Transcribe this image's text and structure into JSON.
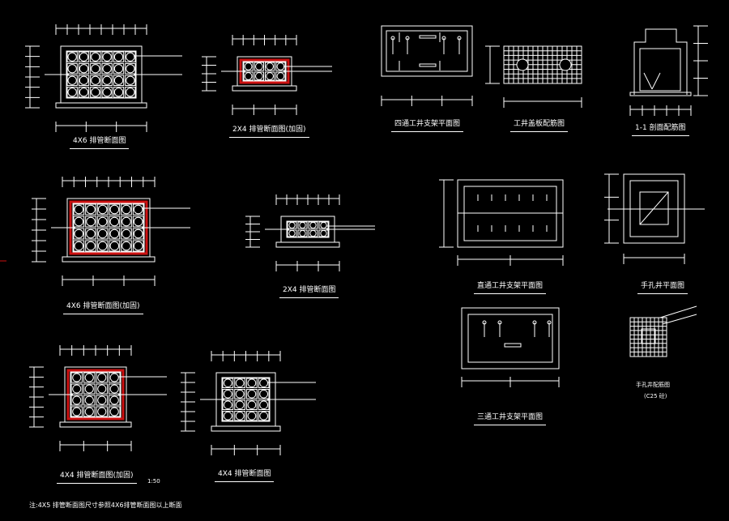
{
  "drawing": {
    "background": "#000000",
    "line_color": "#ffffff",
    "reinforced_color": "#cc1111",
    "titles": {
      "duct_4x6": "4X6 排管断面图",
      "duct_2x4_reinforced": "2X4 排管断面图(加固)",
      "four_way_well_plan": "四通工井支架平面图",
      "well_cover_rebar": "工井盖板配筋图",
      "section_1_1": "1-1 剖面配筋图",
      "duct_4x6_reinforced": "4X6 排管断面图(加固)",
      "duct_2x4": "2X4 排管断面图",
      "straight_well_plan": "直通工井支架平面图",
      "handhole_plan": "手孔井平面图",
      "three_way_well_plan": "三通工井支架平面图",
      "handhole_rebar": "手孔井配筋图",
      "handhole_rebar_sub": "(C25 砼)",
      "duct_4x4_reinforced": "4X4 排管断面图(加固)",
      "duct_4x4": "4X4 排管断面图",
      "scale_mark": "1:50"
    },
    "note": "注:4X5 排管断面图尺寸参照4X6排管断面图以上断面",
    "duct_banks": [
      {
        "id": "4x6",
        "rows": 4,
        "cols": 6,
        "reinforced": false
      },
      {
        "id": "2x4r",
        "rows": 2,
        "cols": 4,
        "reinforced": true
      },
      {
        "id": "4x6r",
        "rows": 4,
        "cols": 6,
        "reinforced": true
      },
      {
        "id": "2x4",
        "rows": 2,
        "cols": 4,
        "reinforced": false
      },
      {
        "id": "4x4r",
        "rows": 4,
        "cols": 4,
        "reinforced": true
      },
      {
        "id": "4x4",
        "rows": 4,
        "cols": 4,
        "reinforced": false
      }
    ]
  }
}
